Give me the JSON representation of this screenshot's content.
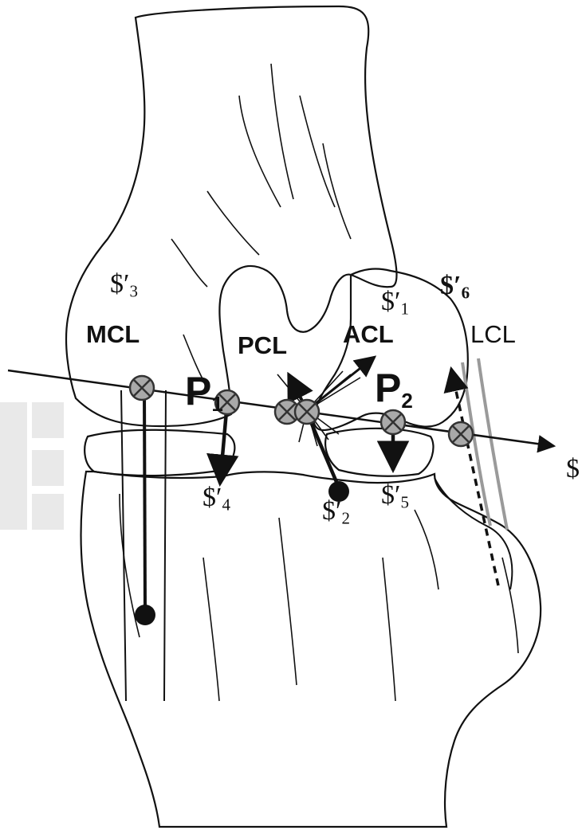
{
  "diagram": {
    "ligaments": {
      "mcl": "MCL",
      "pcl": "PCL",
      "acl": "ACL",
      "lcl": "LCL"
    },
    "points": {
      "p1": {
        "letter": "P",
        "sub": "1"
      },
      "p2": {
        "letter": "P",
        "sub": "2"
      }
    },
    "screws": {
      "s1": {
        "sym": "$′",
        "sub": "1"
      },
      "s2": {
        "sym": "$′",
        "sub": "2"
      },
      "s3": {
        "sym": "$′",
        "sub": "3"
      },
      "s4": {
        "sym": "$′",
        "sub": "4"
      },
      "s5": {
        "sym": "$′",
        "sub": "5"
      },
      "s6": {
        "sym": "$′",
        "sub": "6"
      },
      "axis": "$"
    },
    "colors": {
      "line": "#111111",
      "joint_fill": "#a9a9a9",
      "lcl_gray": "#9a9a9a"
    }
  }
}
